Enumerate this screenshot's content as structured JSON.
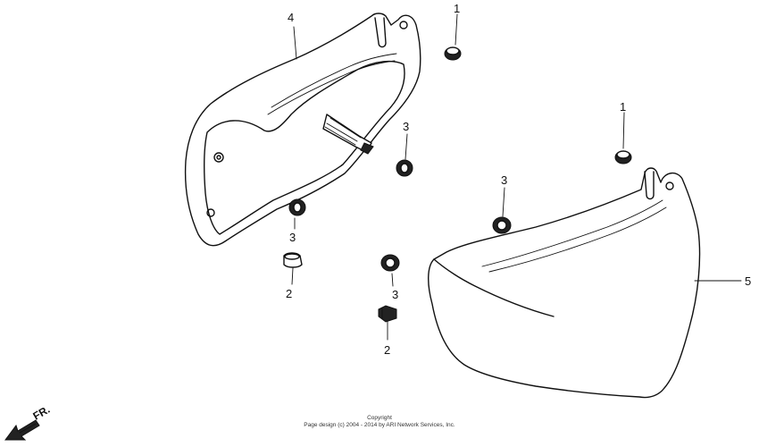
{
  "callouts": {
    "c4": "4",
    "c1_top": "1",
    "c3_a": "3",
    "c3_b": "3",
    "c3_c": "3",
    "c3_d": "3",
    "c1_right": "1",
    "c2_a": "2",
    "c2_b": "2",
    "c5": "5"
  },
  "direction_label": "FR.",
  "footer": {
    "line1": "Copyright",
    "line2": "Page design (c) 2004 - 2014 by ARI Network Services, Inc."
  }
}
